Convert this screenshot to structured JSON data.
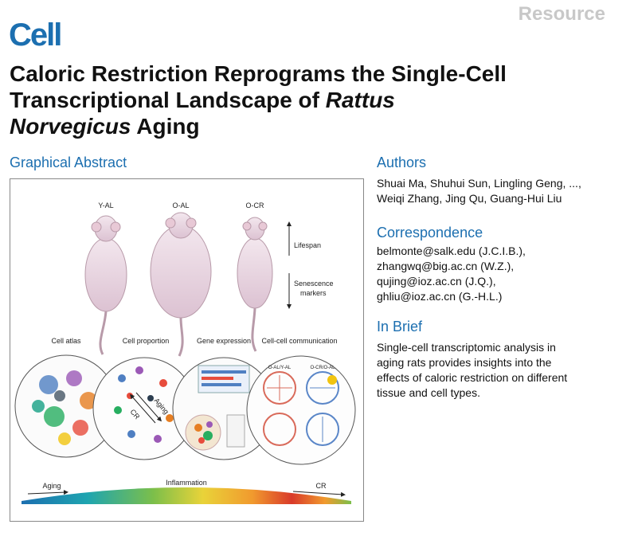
{
  "header": {
    "journal": "Cell",
    "article_type": "Resource",
    "title_lines": [
      [
        {
          "text": "Caloric Restriction Reprograms the Single-Cell",
          "italic": false
        }
      ],
      [
        {
          "text": "Transcriptional Landscape of ",
          "italic": false
        },
        {
          "text": "Rattus",
          "italic": true
        }
      ],
      [
        {
          "text": "Norvegicus",
          "italic": true
        },
        {
          "text": " Aging",
          "italic": false
        }
      ]
    ]
  },
  "graphical_abstract": {
    "heading": "Graphical Abstract",
    "rat_labels": [
      "Y-AL",
      "O-AL",
      "O-CR"
    ],
    "lifespan_label": "Lifespan",
    "senescence_label": [
      "Senescence",
      "markers"
    ],
    "panel_labels": [
      "Cell atlas",
      "Cell proportion",
      "Gene expression",
      "Cell-cell communication"
    ],
    "aging_rotated": "Aging",
    "cr_rotated": "CR",
    "heatmap_headers": [
      "O-AL/Y-AL",
      "O-CR/O-AL"
    ],
    "bar_labels": {
      "aging": "Aging",
      "inflammation": "Inflammation",
      "cr": "CR"
    },
    "colors": {
      "blue": "#1c6fb0",
      "teal": "#1ea5b0",
      "green": "#7cbf4a",
      "yellow": "#e9d339",
      "orange": "#f19a2e",
      "red": "#d93a2a"
    }
  },
  "authors": {
    "heading": "Authors",
    "lines": [
      "Shuai Ma, Shuhui Sun, Lingling Geng, ...,",
      "Weiqi Zhang, Jing Qu, Guang-Hui Liu"
    ]
  },
  "correspondence": {
    "heading": "Correspondence",
    "lines": [
      "belmonte@salk.edu (J.C.I.B.),",
      "zhangwq@big.ac.cn (W.Z.),",
      "qujing@ioz.ac.cn (J.Q.),",
      "ghliu@ioz.ac.cn (G.-H.L.)"
    ]
  },
  "in_brief": {
    "heading": "In Brief",
    "lines": [
      "Single-cell transcriptomic analysis in",
      "aging rats provides insights into the",
      "effects of caloric restriction on different",
      "tissue and cell types."
    ]
  }
}
